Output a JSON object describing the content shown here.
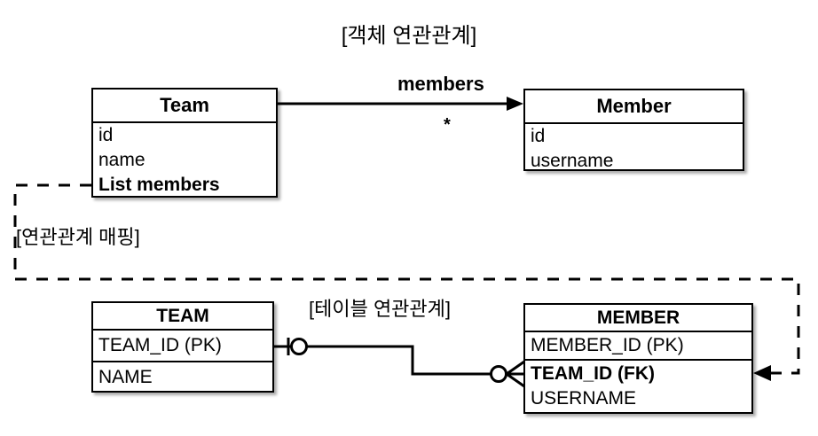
{
  "diagram": {
    "title": "[객체 연관관계]",
    "mapping_label": "[연관관계 매핑]",
    "table_relation_label": "[테이블 연관관계]",
    "association": {
      "role_label": "members",
      "multiplicity": "*"
    },
    "colors": {
      "stroke": "#000000",
      "background": "#ffffff",
      "shadow": "rgba(0,0,0,0.33)"
    }
  },
  "object_model": {
    "classes": [
      {
        "name": "Team",
        "fields": [
          {
            "label": "id",
            "bold": false
          },
          {
            "label": "name",
            "bold": false
          },
          {
            "label": "List members",
            "bold": true
          }
        ]
      },
      {
        "name": "Member",
        "fields": [
          {
            "label": "id",
            "bold": false
          },
          {
            "label": "username",
            "bold": false
          }
        ]
      }
    ]
  },
  "table_model": {
    "tables": [
      {
        "name": "TEAM",
        "columns": [
          {
            "label": "TEAM_ID (PK)",
            "bold": false
          },
          {
            "label": "NAME",
            "bold": false
          }
        ]
      },
      {
        "name": "MEMBER",
        "columns": [
          {
            "label": "MEMBER_ID (PK)",
            "bold": false
          },
          {
            "label": "TEAM_ID (FK)",
            "bold": true
          },
          {
            "label": "USERNAME",
            "bold": false
          }
        ]
      }
    ]
  }
}
